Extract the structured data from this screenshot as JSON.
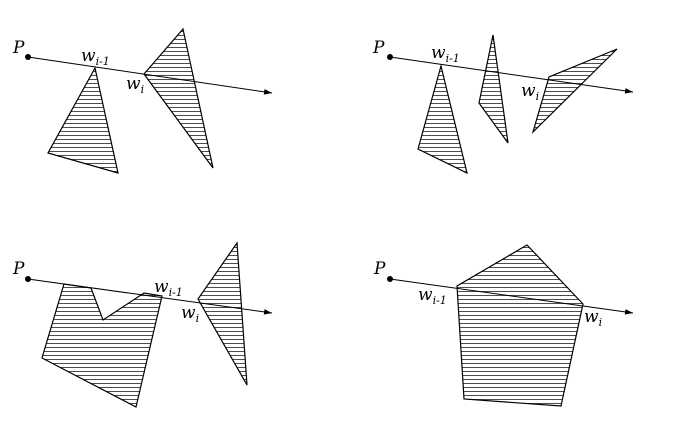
{
  "panels": [
    {
      "id": "panel-1",
      "labels": {
        "point": "P",
        "w_prev_base": "w",
        "w_prev_sub": "i-1",
        "w_cur_base": "w",
        "w_cur_sub": "i"
      }
    },
    {
      "id": "panel-2",
      "labels": {
        "point": "P",
        "w_prev_base": "w",
        "w_prev_sub": "i-1",
        "w_cur_base": "w",
        "w_cur_sub": "i"
      }
    },
    {
      "id": "panel-3",
      "labels": {
        "point": "P",
        "w_prev_base": "w",
        "w_prev_sub": "i-1",
        "w_cur_base": "w",
        "w_cur_sub": "i"
      }
    },
    {
      "id": "panel-4",
      "labels": {
        "point": "P",
        "w_prev_base": "w",
        "w_prev_sub": "i-1",
        "w_cur_base": "w",
        "w_cur_sub": "i"
      }
    }
  ]
}
